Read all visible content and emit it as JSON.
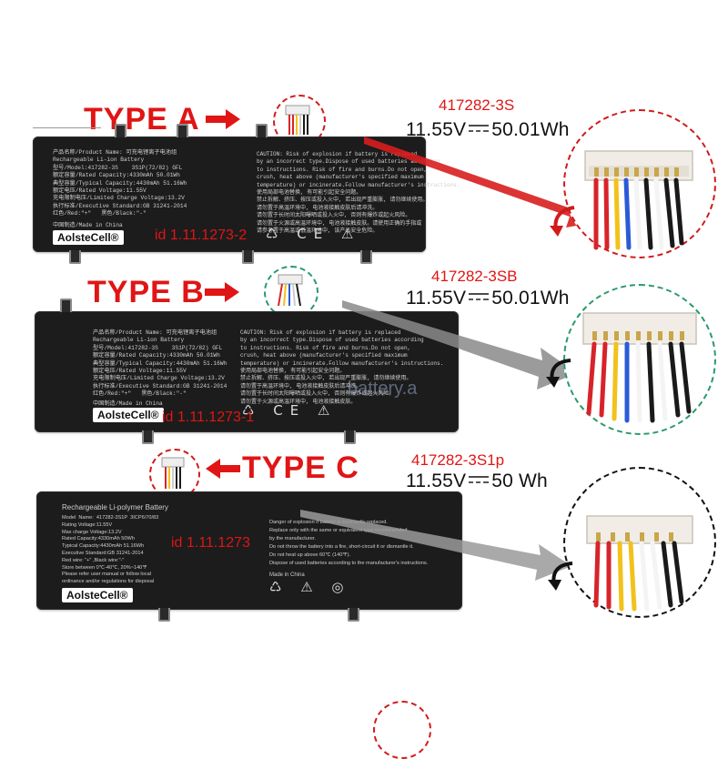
{
  "type_a": {
    "label": "TYPE A",
    "model": "417282-3S",
    "voltage": "11.55V",
    "energy": "50.01Wh",
    "id_text": "id 1.11.1273-2",
    "brand": "AolsteCell®",
    "specs_text": "产品名称/Product Name: 可充电锂离子电池组\nRechargeable Li-ion Battery\n型号/Model:417282-3S    3S1P(72/82) GFL\n额定容量/Rated Capacity:4330mAh 50.01Wh\n典型容量/Typical Capacity:4430mAh 51.16Wh\n额定电压/Rated Voltage:11.55V\n充电限制电压/Limited Charge Voltage:13.2V\n执行标准/Executive Standard:GB 31241-2014\n红色/Red:\"+\"   黑色/Black:\"-\"",
    "made_in": "中国制造/Made in China",
    "caution_text": "CAUTION: Risk of explosion if battery is replaced\nby an incorrect type.Dispose of used batteries according\nto instructions. Risk of fire and burns.Do not open,\ncrush, heat above (manufacturer's specified maximum\ntemperature) or incinerate.Follow manufacturer's instructions.\n使用局部电池替换, 有可能引起安全问题。\n禁止拆解、挤压、按压或投入火中, 若出现严重膨胀, 请勿继续使用。\n请勿置于高温环境中, 电池液接触皮肤后请冲洗。\n请勿置于长时间太阳曝晒或投入火中, 否则有爆炸或起火风险。\n请勿置于火源或高温环境中, 电池液接触皮肤。请使用正确的手指或\n请参考置于高温或低温环境中, 该产品安全危险。",
    "icons": "♺ CE ⚠"
  },
  "type_b": {
    "label": "TYPE B",
    "model": "417282-3SB",
    "voltage": "11.55V",
    "energy": "50.01Wh",
    "id_text": "id 1.11.1273-1",
    "brand": "AolsteCell®",
    "specs_text": "产品名称/Product Name: 可充电锂离子电池组\nRechargeable Li-ion Battery\n型号/Model:417282-3S    3S1P(72/82) GFL\n额定容量/Rated Capacity:4330mAh 50.01Wh\n典型容量/Typical Capacity:4430mAh 51.16Wh\n额定电压/Rated Voltage:11.55V\n充电限制电压/Limited Charge Voltage:13.2V\n执行标准/Executive Standard:GB 31241-2014\n红色/Red:\"+\"   黑色/Black:\"-\"",
    "made_in": "中国制造/Made in China",
    "caution_text": "CAUTION: Risk of explosion if battery is replaced\nby an incorrect type.Dispose of used batteries according\nto instructions. Risk of fire and burns.Do not open,\ncrush, heat above (manufacturer's specified maximum\ntemperature) or incinerate.Follow manufacturer's instructions.\n使用局部电池替换, 有可能引起安全问题。\n禁止拆解、挤压、按压或投入火中, 若出现严重膨胀, 请勿继续使用。\n请勿置于高温环境中, 电池液接触皮肤后请冲洗。\n请勿置于长时间太阳曝晒或投入火中, 否则有爆炸或起火风险。\n请勿置于火源或高温环境中, 电池液接触皮肤。",
    "icons": "♺ CE ⚠"
  },
  "type_c": {
    "label": "TYPE C",
    "model": "417282-3S1p",
    "voltage": "11.55V",
    "energy": "50 Wh",
    "id_text": "id 1.11.1273",
    "brand": "AolsteCell®",
    "specs_title": "Rechargeable Li-polymer Battery",
    "specs_text": "Model  Name:  417282-3S1P  3ICP6/70/83\nRating Voltage:11.55V\nMax charge Voltage:13.2V\nRated Capacity:4330mAh 50Wh\nTypical Capacity:4430mAh 51.16Wh\nExecutive Standard:GB 31241-2014\nRed wire: \"+\" ,Black wire:\"-\"\nStore between 0℃-40℃, 20%~140℉\nPlease refer user manual or follow local\nordinance and/or regulations for disposal",
    "caution_text": "Danger of explosion if battery is incorrectly replaced.\nReplace only with the same or equivalent type recommended\nby the manufacturer.\nDo not throw the battery into a fire, short-circuit it or dismantle it.\nDo not heat up above 60℃ (140℉).\nDispose of used batteries according to the manufacturer's instructions.",
    "made_in": "Made in China",
    "icons": "♺ ⚠ ◎"
  },
  "watermark": "battery.a",
  "colors": {
    "accent_red": "#e01515",
    "battery_body": "#1c1c1c",
    "wire_red": "#d8232a",
    "wire_yellow": "#f2c21a",
    "wire_blue": "#2a5bd7",
    "wire_white": "#f4f4f4",
    "wire_black": "#1a1a1a"
  }
}
